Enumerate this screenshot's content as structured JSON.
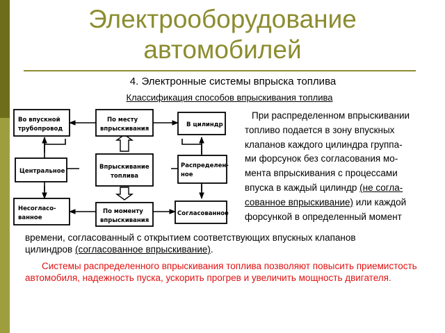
{
  "title_line1": "Электрооборудование",
  "title_line2": "автомобилей",
  "subtitle": "4. Электронные системы впрыска топлива",
  "classification": "Классификация способов впрыскивания топлива",
  "diagram": {
    "boxes": {
      "intake_pipe_l1": "Во впускной",
      "intake_pipe_l2": "трубопровод",
      "by_place_l1": "По месту",
      "by_place_l2": "впрыскивания",
      "into_cylinder": "В цилиндр",
      "central": "Центральное",
      "injection_l1": "Впрыскивание",
      "injection_l2": "топлива",
      "distributed_l1": "Распределен-",
      "distributed_l2": "ное",
      "unsync_l1": "Несогласо-",
      "unsync_l2": "ванное",
      "by_moment_l1": "По моменту",
      "by_moment_l2": "впрыскивания",
      "synced": "Согласованное"
    }
  },
  "right_text": {
    "l1": "При распределенном впрыскивании",
    "l2": "топливо подается в зону впускных",
    "l3": "клапанов каждого цилиндра группа-",
    "l4": "ми форсунок без согласования мо-",
    "l5": "мента впрыскивания с процессами",
    "l6_pre": "впуска в каждый цилиндр ",
    "l6_u": "(не согла-",
    "l7_u": "сованное впрыскивание)",
    "l7_post": " или каждой",
    "l8": "форсункой в определенный момент"
  },
  "bottom_text": {
    "l1": "времени, согласованный с открытием соответствующих впускных клапанов",
    "l2_pre": "цилиндров ",
    "l2_u": "(согласованное впрыскивание)",
    "l2_post": "."
  },
  "red_text": "Системы распределенного впрыскивания топлива позволяют повысить приемистость автомобиля, надежность пуска, ускорить прогрев и увеличить мощность двигателя.",
  "colors": {
    "title": "#8c8c30",
    "sidebar_dark": "#6e6e1a",
    "sidebar_light": "#9e9e3e",
    "red_text": "#e01010"
  }
}
